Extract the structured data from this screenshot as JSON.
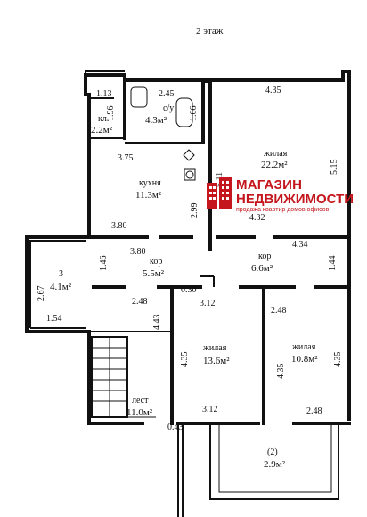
{
  "title": "2 этаж",
  "rooms": {
    "bathroom": {
      "name": "с/у",
      "area": "4.3м²"
    },
    "pantry": {
      "name": "кл.",
      "area": "2.2м²"
    },
    "living_top": {
      "name": "жилая",
      "area": "22.2м²"
    },
    "kitchen": {
      "name": "кухня",
      "area": "11.3м²"
    },
    "corridor_left": {
      "name": "кор",
      "area": "5.5м²"
    },
    "corridor_right": {
      "name": "кор",
      "area": "6.6м²"
    },
    "room3": {
      "name": "3",
      "area": "4.1м²"
    },
    "living_mid": {
      "name": "жилая",
      "area": "13.6м²"
    },
    "living_right": {
      "name": "жилая",
      "area": "10.8м²"
    },
    "stairs": {
      "name": "лест",
      "area": "11.0м²"
    },
    "balcony": {
      "name": "(2)",
      "area": "2.9м²"
    }
  },
  "dimensions": [
    "1.13",
    "1.96",
    "2.45",
    "1.66",
    "4.35",
    "3.75",
    "5.11",
    "5.15",
    "2.99",
    "3.80",
    "4.32",
    "4.34",
    "3.80",
    "1.46",
    "1.44",
    "2.67",
    "0.30",
    "1.54",
    "2.48",
    "3.12",
    "2.48",
    "4.43",
    "4.35",
    "4.35",
    "4.35",
    "3.12",
    "2.48",
    "0.43"
  ],
  "logo": {
    "line1": "МАГАЗИН",
    "line2": "НЕДВИЖИМОСТИ",
    "line3": "продажа квартир домов офисов",
    "color": "#c4161c"
  }
}
